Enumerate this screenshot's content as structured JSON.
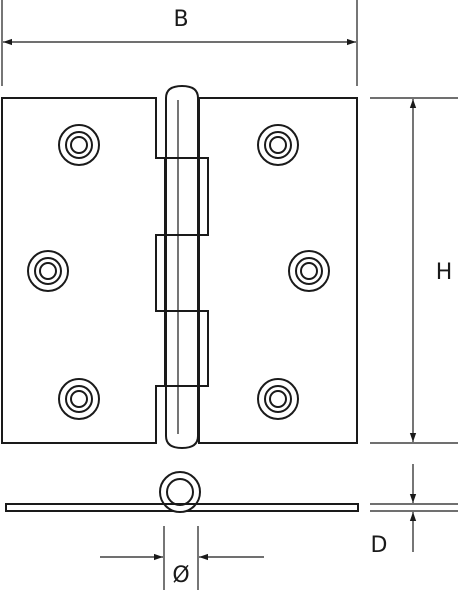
{
  "labels": {
    "width": "B",
    "height": "H",
    "thickness": "D",
    "pin_diameter": "Ø"
  }
}
